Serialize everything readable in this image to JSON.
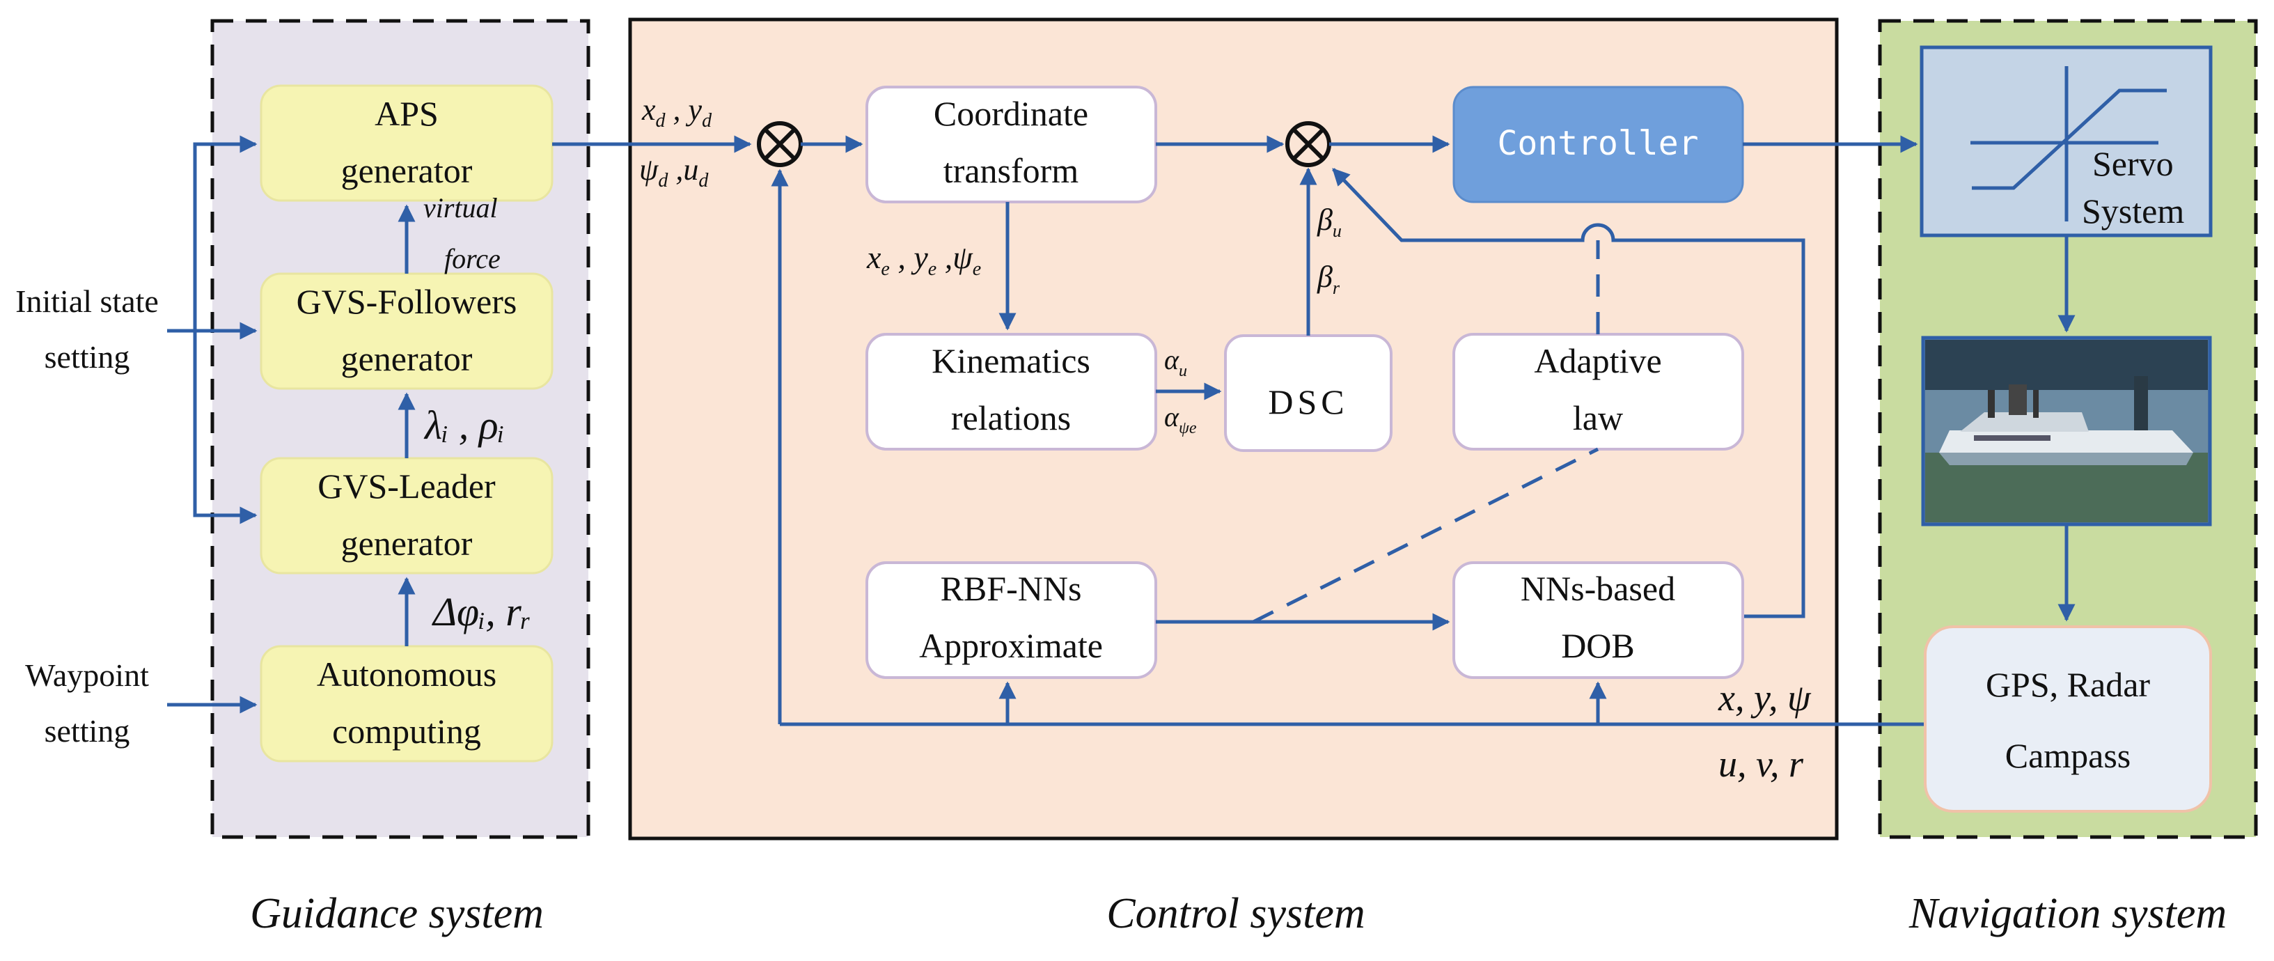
{
  "guidance": {
    "aps_line1": "APS",
    "aps_line2": "generator",
    "virtual_line1": "virtual",
    "virtual_line2": "force",
    "followers_line1": "GVS-Followers",
    "followers_line2": "generator",
    "leader_line1": "GVS-Leader",
    "leader_line2": "generator",
    "auto_line1": "Autonomous",
    "auto_line2": "computing",
    "lambda_rho": "λᵢ , ρᵢ",
    "delta_phi": "Δφᵢ, rᵣ",
    "initial_line1": "Initial state",
    "initial_line2": "setting",
    "waypoint_line1": "Waypoint",
    "waypoint_line2": "setting",
    "system_label": "Guidance system"
  },
  "control": {
    "xd_yd": "x",
    "psi_ud": "ψ",
    "coord_line1": "Coordinate",
    "coord_line2": "transform",
    "errors": "xₑ, yₑ, ψₑ",
    "kin_line1": "Kinematics",
    "kin_line2": "relations",
    "alpha_u": "α",
    "alpha_psi": "α",
    "dsc": "DSC",
    "beta_u": "β",
    "beta_r": "β",
    "controller": "Controller",
    "adaptive_line1": "Adaptive",
    "adaptive_line2": "law",
    "rbf_line1": "RBF-NNs",
    "rbf_line2": "Approximate",
    "dob_line1": "NNs-based",
    "dob_line2": "DOB",
    "xyz_psi": "x, y, ψ",
    "uvr": "u, v, r",
    "system_label": "Control system"
  },
  "navigation": {
    "servo_line1": "Servo",
    "servo_line2": "System",
    "gps_line1": "GPS, Radar",
    "gps_line2": "Campass",
    "system_label": "Navigation system"
  },
  "colors": {
    "arrow": "#2f5fa7",
    "guidance_bg": "#e6e2ec",
    "control_bg": "#fbe5d6",
    "navigation_bg": "#c9dca0",
    "yellow_box": "#f6f4b3",
    "controller_fill": "#6f9fdc",
    "servo_fill": "#c4d4e6"
  }
}
